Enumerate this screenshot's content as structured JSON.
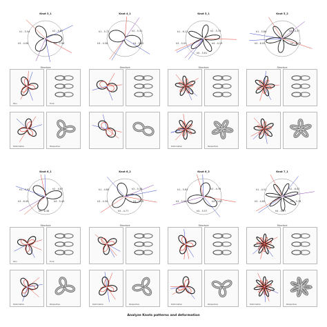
{
  "footer": "Analyze Knots patterns and deformation",
  "colors": {
    "accent_red": "#e03a2a",
    "accent_blue": "#3346c8",
    "accent_purple": "#8a3fb3",
    "ink": "#1d1d1d",
    "panel_bg": "#fafafa"
  },
  "knots": [
    {
      "title": "Knot 3_1",
      "labels": [
        "h1 - 5.54",
        "h2 - 4.87",
        "h3 - 4.08",
        "h4 - 7.96"
      ],
      "section_label": "Structure",
      "captions": {
        "plan": "Plan",
        "front": "Front",
        "deformation": "Deformation",
        "perspective": "Perspective"
      }
    },
    {
      "title": "Knot 4_1",
      "labels": [
        "h1 - 5.72",
        "h2 - 5.31",
        "h3 - 4.58",
        "h4 - 5.62"
      ],
      "section_label": "Structure",
      "captions": {
        "plan": "",
        "front": "",
        "deformation": "",
        "perspective": ""
      }
    },
    {
      "title": "Knot 5_1",
      "labels": [
        "h1 - 6.13",
        "h2 - 5.74",
        "h3 - 5.02",
        "h4 - 4.19",
        "h5 - 5.61"
      ],
      "section_label": "Structure",
      "captions": {
        "plan": "",
        "front": "",
        "deformation": "Deformation",
        "perspective": "Perspective"
      }
    },
    {
      "title": "Knot 5_2",
      "labels": [
        "h1 - 5.86",
        "h2 - 4.37",
        "h3 - 6.05",
        "h4 - 5.21"
      ],
      "section_label": "Structure",
      "captions": {
        "plan": "",
        "front": "",
        "deformation": "",
        "perspective": ""
      }
    },
    {
      "title": "Knot 6_1",
      "labels": [
        "h1 - 5.92",
        "h2 - 4.87",
        "h3 - 6.49",
        "h4 - 5.43",
        "h5 - 6.38"
      ],
      "section_label": "Structure",
      "captions": {
        "plan": "Plan",
        "front": "Front",
        "deformation": "Deformation",
        "perspective": "Perspective"
      }
    },
    {
      "title": "Knot 6_2",
      "labels": [
        "h1 - 4.85",
        "h2 - 5.36",
        "h3 - 4.34",
        "h4 - 5.29",
        "h5 - 4.77"
      ],
      "section_label": "Structure",
      "captions": {
        "plan": "",
        "front": "",
        "deformation": "Deformation",
        "perspective": "Perspective"
      }
    },
    {
      "title": "Knot 6_3",
      "labels": [
        "h1 - 5.63",
        "h2 - 4.76",
        "h3 - 5.66",
        "h4 - 3.81",
        "h5 - 5.57"
      ],
      "section_label": "Structure",
      "captions": {
        "plan": "",
        "front": "",
        "deformation": "Deformation",
        "perspective": "Perspective"
      }
    },
    {
      "title": "Knot 7_1",
      "labels": [
        "h1 - 4.51",
        "h2 - 6.02",
        "h3 - 4.89",
        "h4 - 5.78",
        "h5 - 4.27"
      ],
      "section_label": "Structure",
      "captions": {
        "plan": "",
        "front": "",
        "deformation": "Deformation",
        "perspective": "Perspective"
      }
    }
  ]
}
